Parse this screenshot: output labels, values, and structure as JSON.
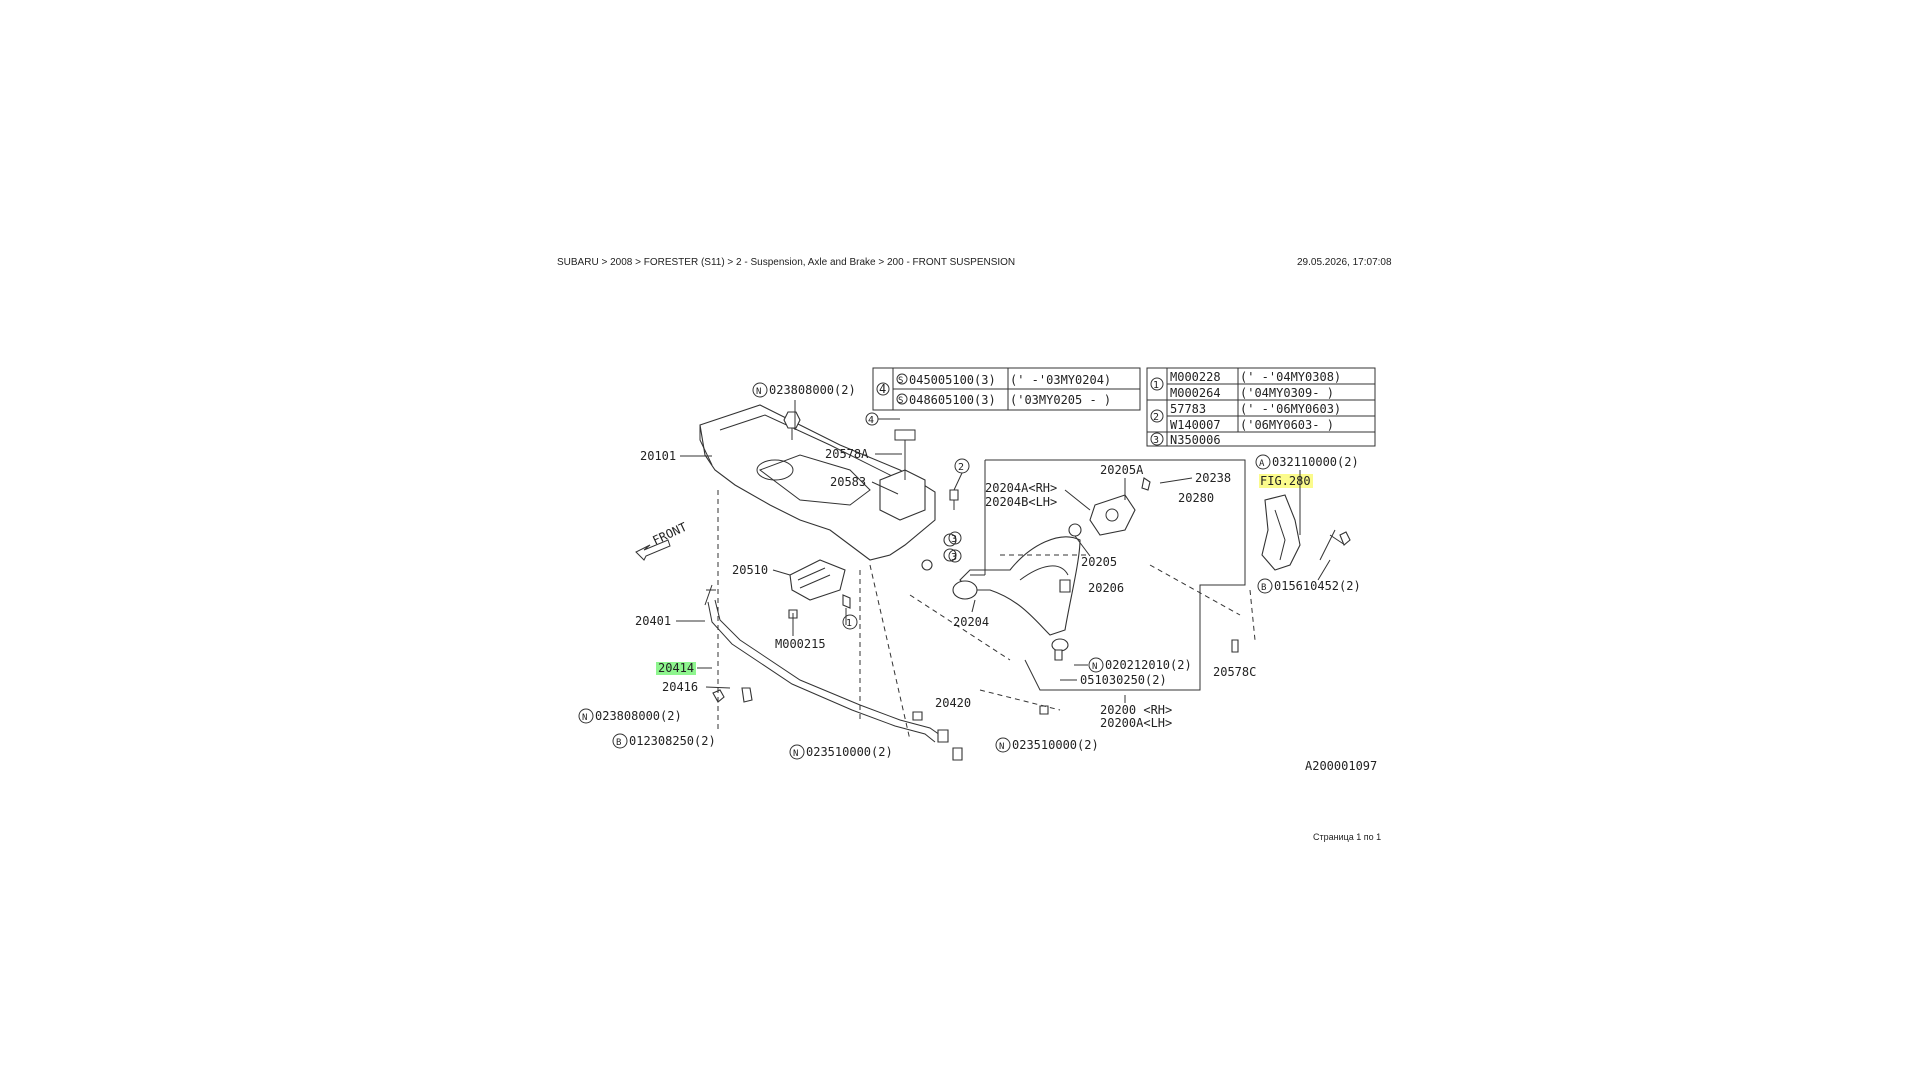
{
  "header": {
    "breadcrumb": "SUBARU > 2008 > FORESTER (S11) > 2 - Suspension, Axle and Brake > 200 - FRONT SUSPENSION",
    "datetime": "29.05.2026, 17:07:08"
  },
  "footer": {
    "page": "Страница 1 по 1"
  },
  "diagram": {
    "code": "A200001097",
    "front_label": "FRONT",
    "table_left": {
      "group_marker": "4",
      "rows": [
        {
          "marker": "S",
          "part": "045005100(3)",
          "range": "('    -'03MY0204)"
        },
        {
          "marker": "S",
          "part": "048605100(3)",
          "range": "('03MY0205    -  )"
        }
      ]
    },
    "table_right": {
      "rows": [
        {
          "marker": "1",
          "part": "M000228",
          "range": "('    -'04MY0308)"
        },
        {
          "marker": "",
          "part": "M000264",
          "range": "('04MY0309-    )"
        },
        {
          "marker": "2",
          "part": "57783",
          "range": "('    -'06MY0603)"
        },
        {
          "marker": "",
          "part": "W140007",
          "range": "('06MY0603-    )"
        },
        {
          "marker": "3",
          "part": "N350006",
          "range": ""
        }
      ]
    },
    "callouts": {
      "c_023808000": "023808000(2)",
      "c_20101": "20101",
      "c_20578A": "20578A",
      "c_20583": "20583",
      "c_20204A": "20204A<RH>",
      "c_20204B": "20204B<LH>",
      "c_20205A": "20205A",
      "c_20238": "20238",
      "c_20280": "20280",
      "c_A_032110000": "032110000(2)",
      "c_FIG280": "FIG.280",
      "c_20510": "20510",
      "c_20205": "20205",
      "c_20206": "20206",
      "c_015610452": "015610452(2)",
      "c_20401": "20401",
      "c_M000215": "M000215",
      "c_20204": "20204",
      "c_20414": "20414",
      "c_N_020212010": "020212010(2)",
      "c_051030250": "051030250(2)",
      "c_20578C": "20578C",
      "c_20416": "20416",
      "c_N_023808000b": "023808000(2)",
      "c_B_012308250": "012308250(2)",
      "c_20420": "20420",
      "c_N_023510000a": "023510000(2)",
      "c_N_023510000b": "023510000(2)",
      "c_20200": "20200   <RH>",
      "c_20200A": "20200A<LH>"
    },
    "markers": {
      "m1": "1",
      "m2": "2",
      "m3": "3",
      "m4": "4",
      "N": "N",
      "S": "S",
      "B": "B",
      "A": "A"
    }
  }
}
